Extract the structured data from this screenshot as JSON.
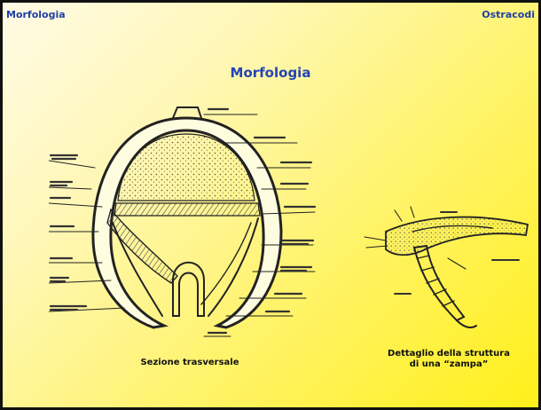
{
  "header": {
    "left": "Morfologia",
    "right": "Ostracodi"
  },
  "slide": {
    "title": "Morfologia"
  },
  "figures": {
    "left_caption": "Sezione trasversale",
    "right_caption_line1": "Dettaglio della struttura",
    "right_caption_line2": "di una “zampa”"
  },
  "colors": {
    "background_light": "#fffbe6",
    "background_yellow": "#ffef1a",
    "accent_blue": "#1f3fa8",
    "ink": "#222222"
  }
}
